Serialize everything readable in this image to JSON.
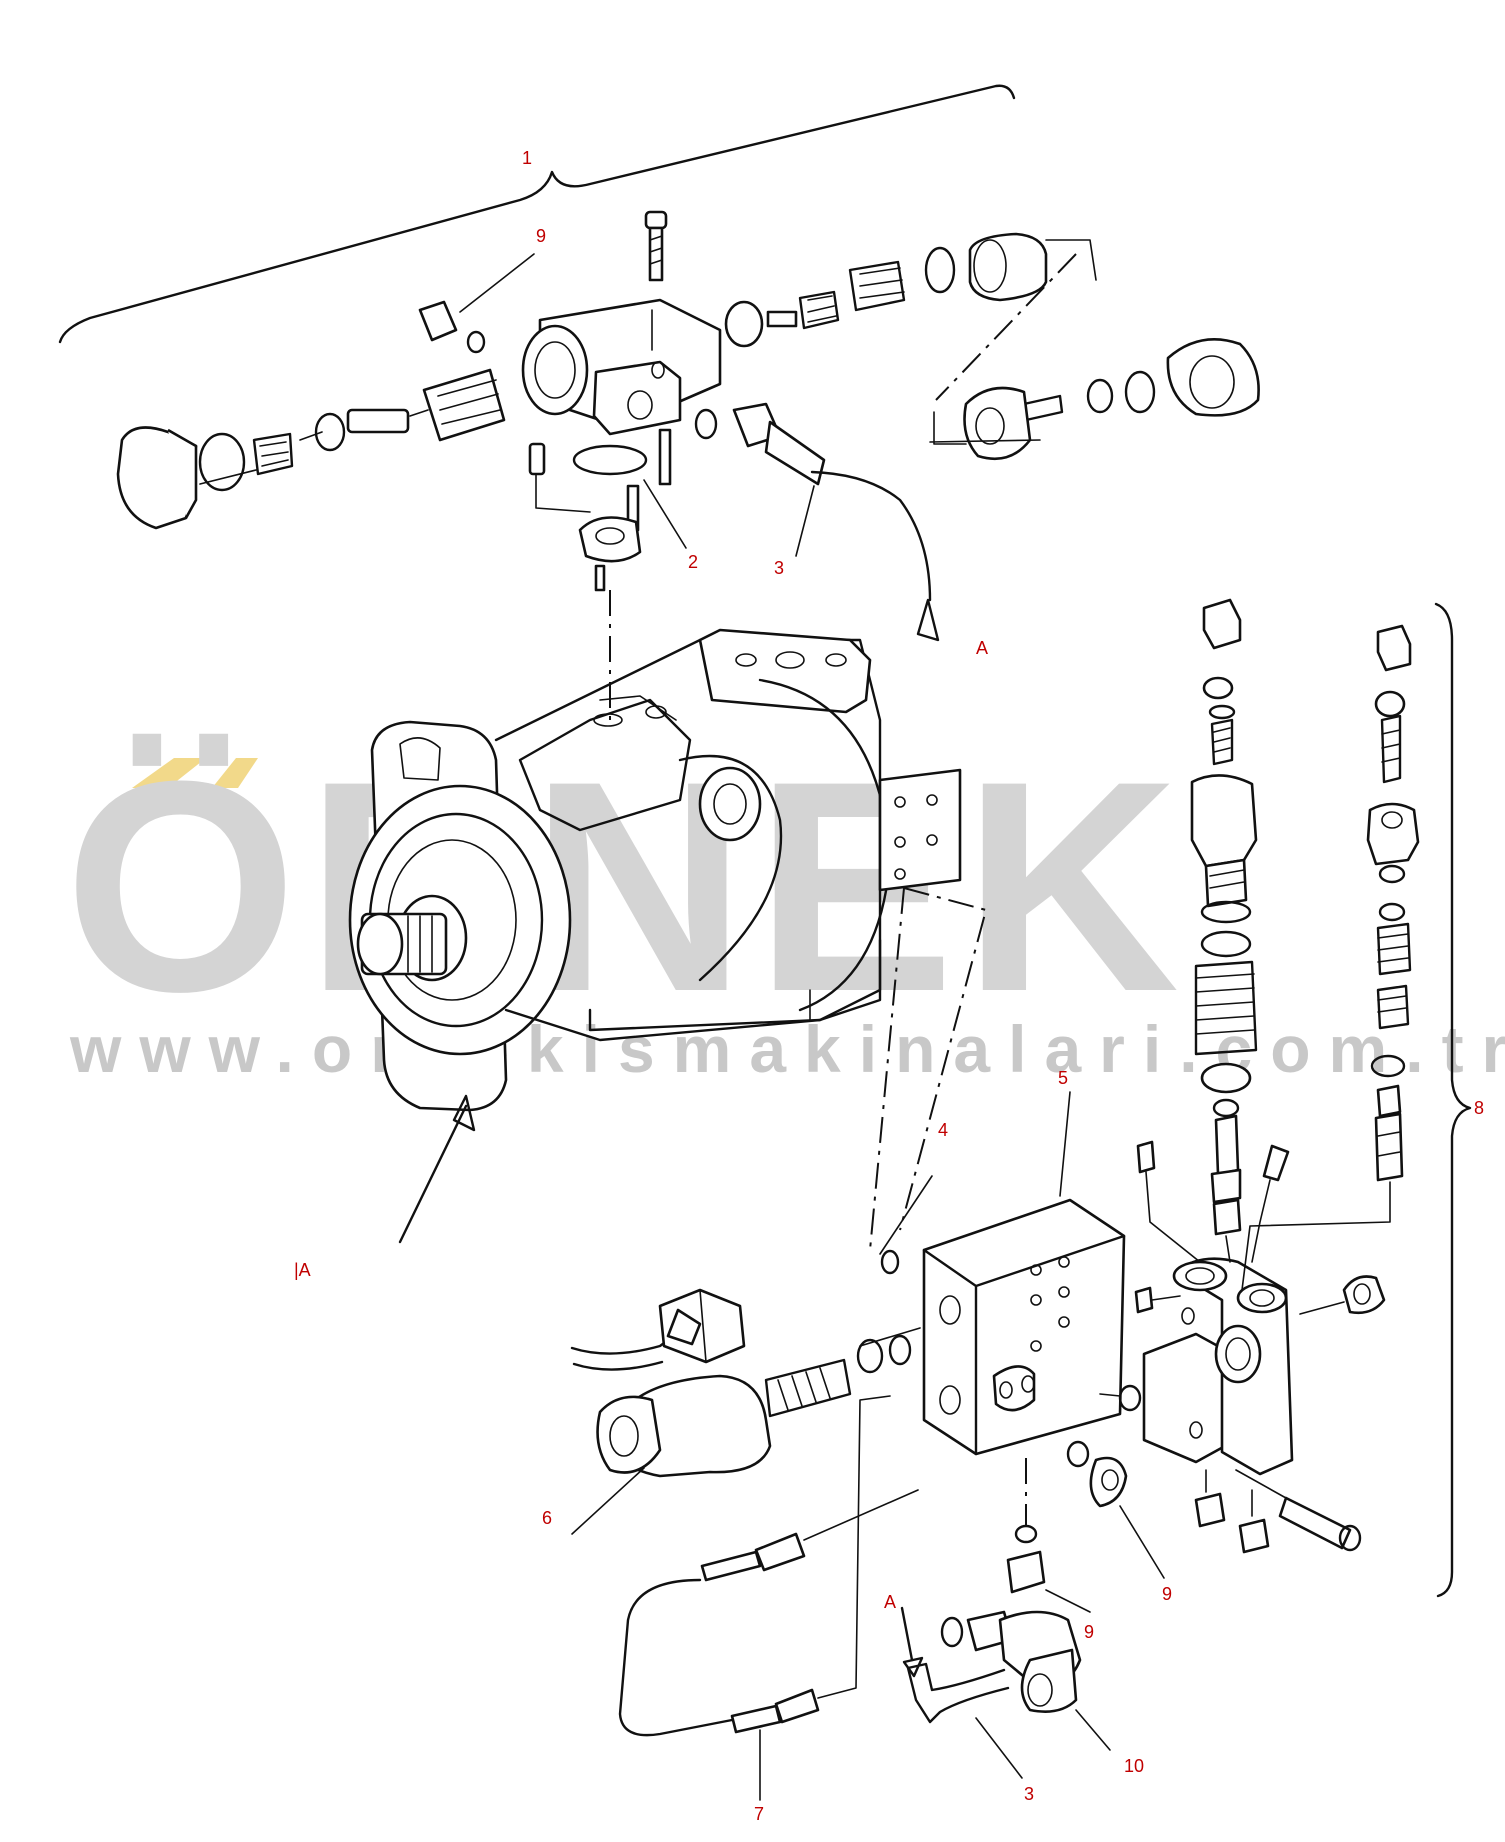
{
  "watermark": {
    "brand": "ÖRNEK",
    "url": "www.ornekismakinalari.com.tr",
    "accent_color": "#f2d98a",
    "text_color": "#d4d4d4"
  },
  "callouts": {
    "c1": "1",
    "c2": "2",
    "c3_top": "3",
    "c3_bottom": "3",
    "c4": "4",
    "c5": "5",
    "c6": "6",
    "c7": "7",
    "c8": "8",
    "c9_top": "9",
    "c9_mid": "9",
    "c9_right": "9",
    "c10": "10",
    "a_top": "A",
    "a_left": "|A",
    "a_bottom": "A"
  },
  "colors": {
    "callout": "#c00000",
    "linework": "#111111"
  }
}
